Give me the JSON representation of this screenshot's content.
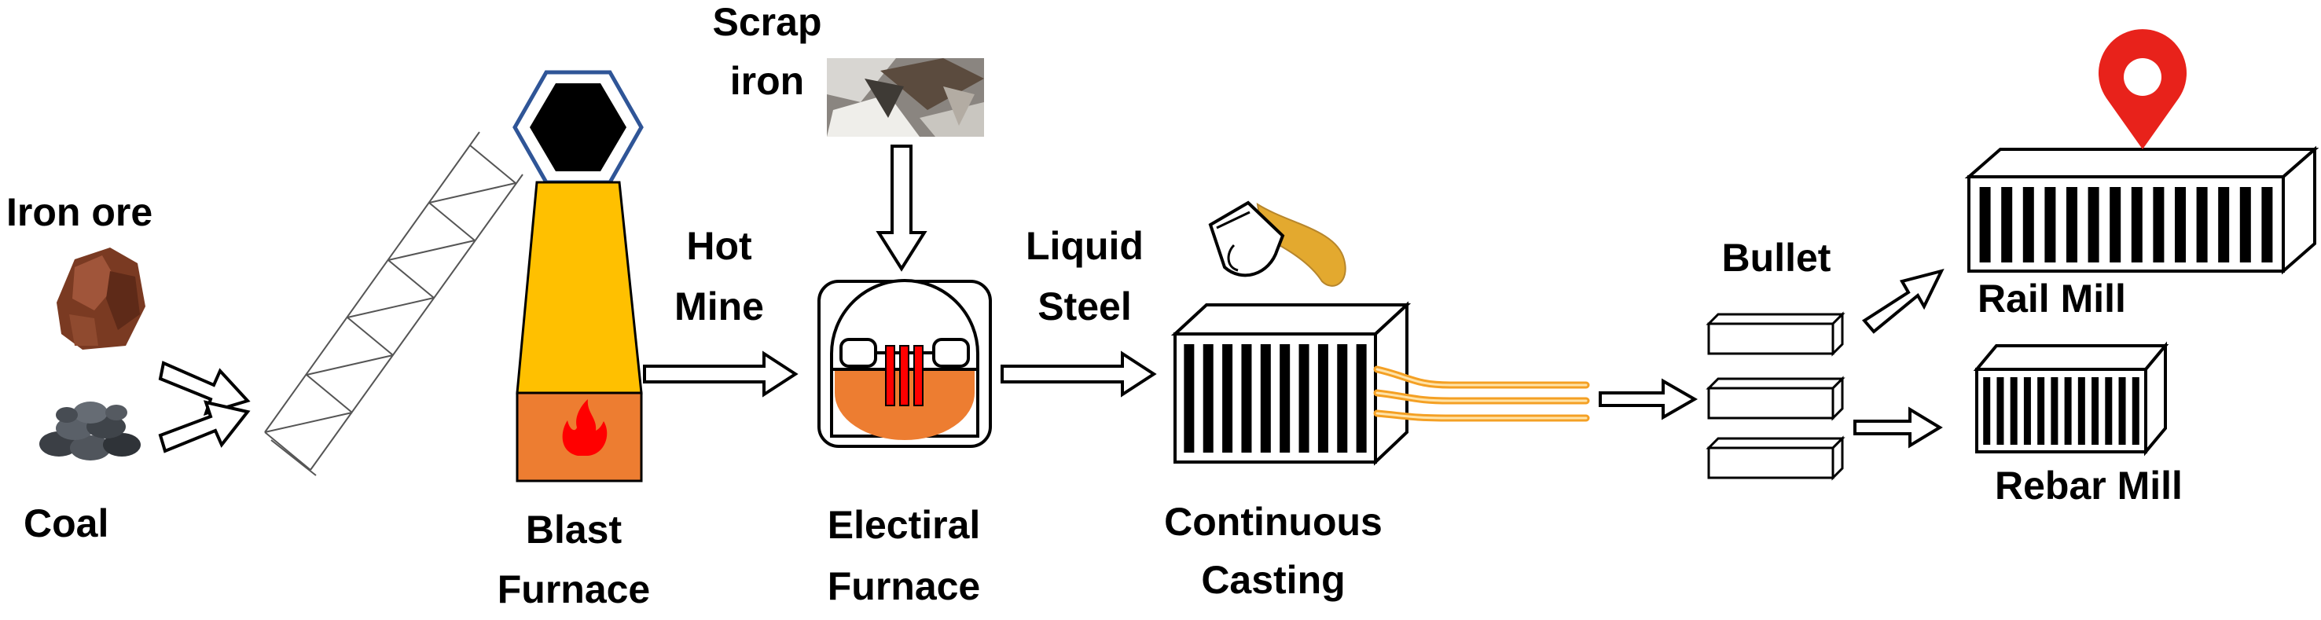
{
  "labels": {
    "iron_ore": "Iron ore",
    "coal": "Coal",
    "scrap_iron_1": "Scrap",
    "scrap_iron_2": "iron",
    "blast_furnace_1": "Blast",
    "blast_furnace_2": "Furnace",
    "hot_mine_1": "Hot",
    "hot_mine_2": "Mine",
    "electrical_furnace_1": "Electiral",
    "electrical_furnace_2": "Furnace",
    "liquid_steel_1": "Liquid",
    "liquid_steel_2": "Steel",
    "continuous_casting_1": "Continuous",
    "continuous_casting_2": "Casting",
    "bullet": "Bullet",
    "rail_mill": "Rail Mill",
    "rebar_mill": "Rebar Mill"
  },
  "icons": {
    "iron_ore": "iron-ore-rocks-icon",
    "coal": "coal-pile-icon",
    "scrap_iron": "scrap-iron-photo-icon",
    "blast_furnace": "blast-furnace-icon",
    "flame": "flame-icon",
    "electrical_furnace": "electric-arc-furnace-icon",
    "ladle": "ladle-icon",
    "casting_machine": "continuous-casting-machine-icon",
    "billets": "billet-bars-icon",
    "rail_mill": "rail-mill-icon",
    "rebar_mill": "rebar-mill-icon",
    "location_pin": "location-pin-icon"
  },
  "colors": {
    "furnace_yellow": "#FFC000",
    "molten_orange": "#ED7D31",
    "flame_red": "#FF0000",
    "hex_border": "#2F5597",
    "pin_red": "#E8221B",
    "strand_orange": "#F4A024"
  }
}
